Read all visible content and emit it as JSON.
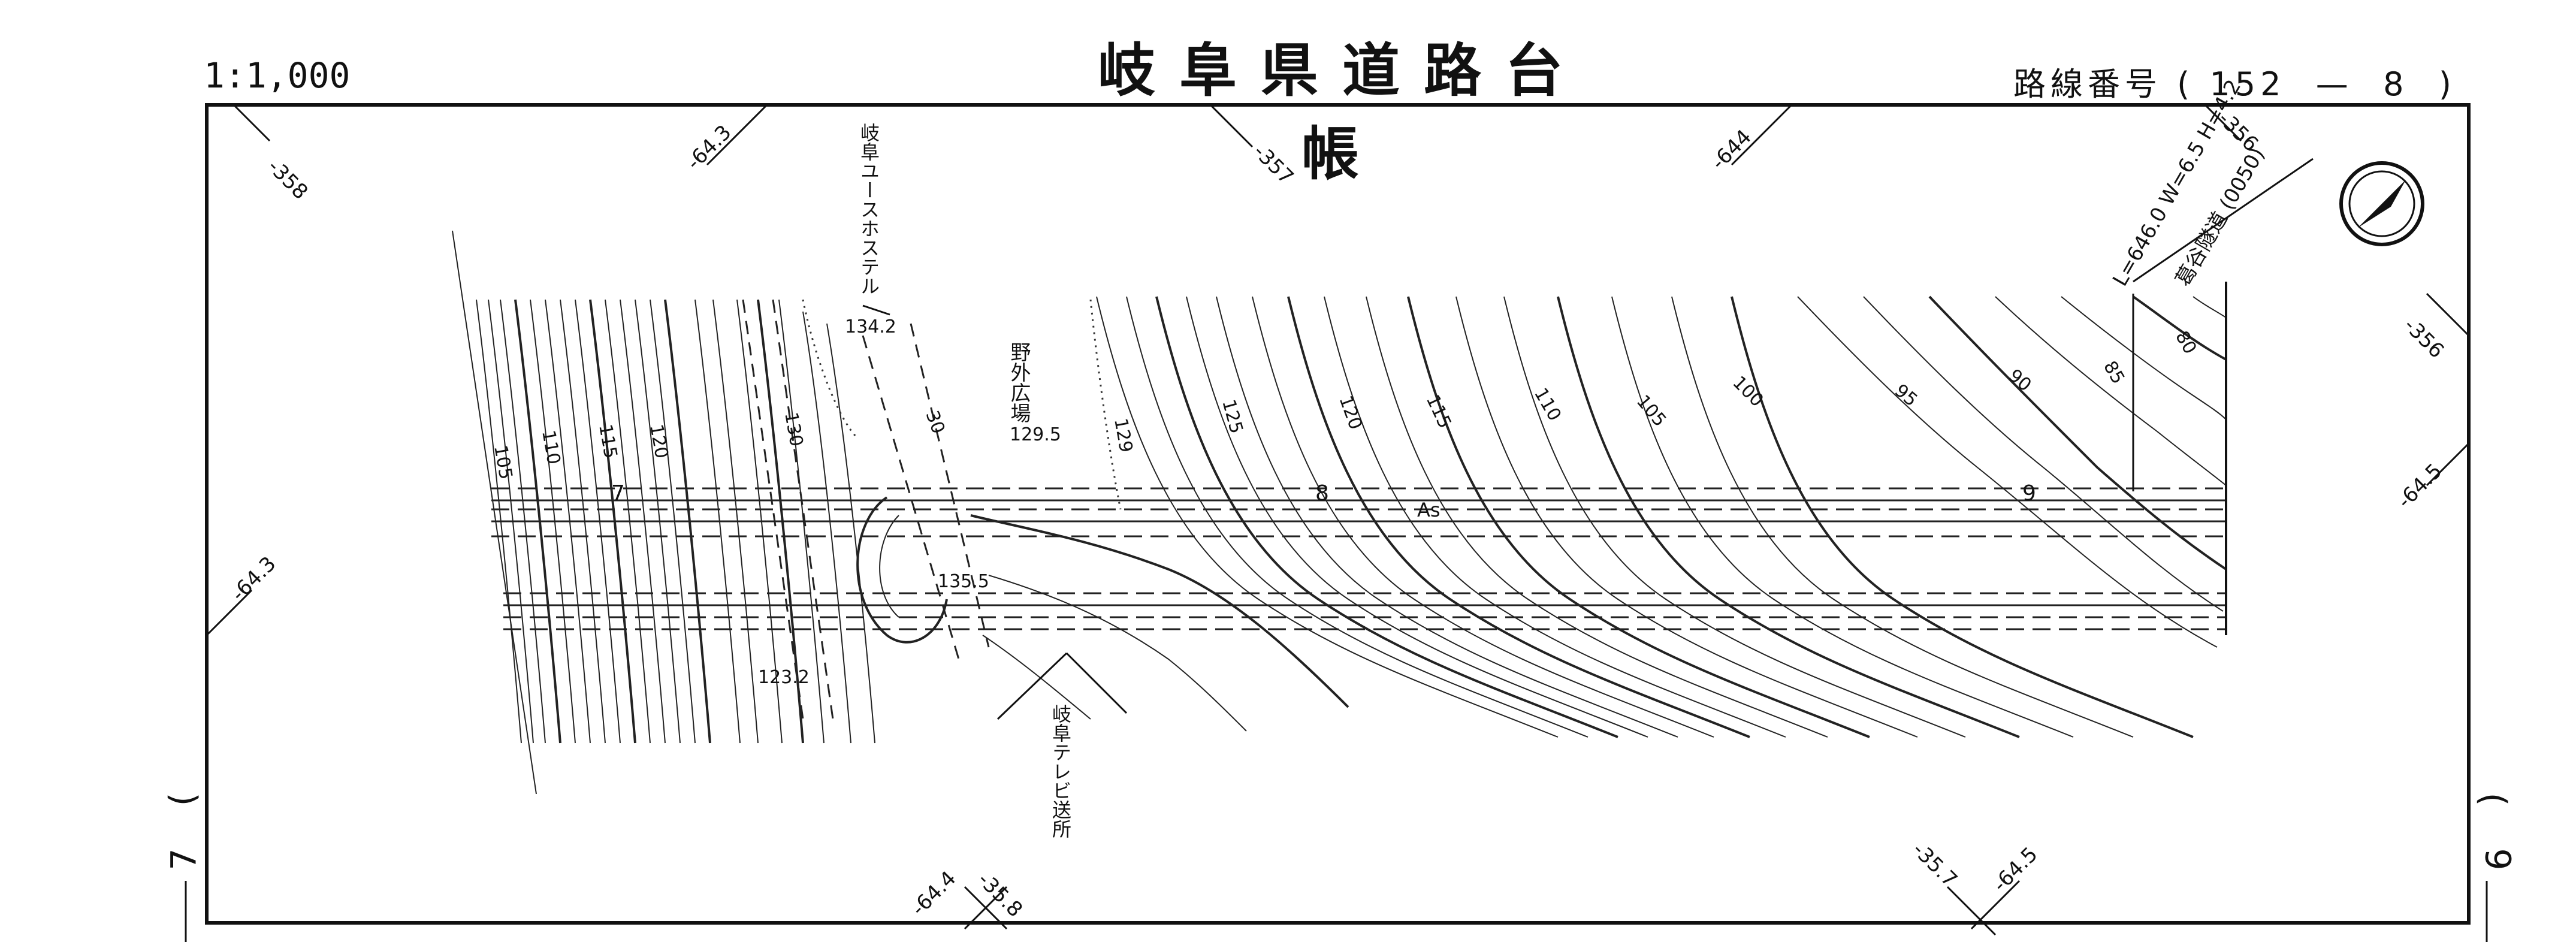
{
  "header": {
    "title": "岐阜県道路台帳",
    "scale": "1:1,000",
    "route_label": "路線番号 ( 152  —  8  )"
  },
  "sheet": {
    "left_side_number": "7",
    "right_side_number": "9"
  },
  "map_labels": {
    "hostel": "岐阜ユースホステル",
    "outdoor_plaza": "野外広場",
    "tv_station": "岐阜テレビ送所",
    "tunnel_spec": "L=646.0 W=6.5 H=4.2",
    "tunnel_name": "葛谷隧道 (0050)",
    "pavement": "As",
    "station_7": "7",
    "station_8": "8",
    "station_9": "9"
  },
  "spot_heights": [
    "134.2",
    "129.5",
    "135.5",
    "123.2"
  ],
  "coordinate_ticks": [
    "-358",
    "-64.3",
    "-357",
    "-644",
    "-356",
    "-356",
    "-64.5",
    "-64.3",
    "-64.4",
    "-35.8",
    "-35.7",
    "-64.5"
  ],
  "contour_labels_left": [
    "105",
    "110",
    "115",
    "120",
    "130",
    "30",
    "129"
  ],
  "contour_labels_right": [
    "125",
    "120",
    "115",
    "110",
    "105",
    "100",
    "95",
    "90",
    "85",
    "80"
  ],
  "north_arrow": "north-arrow-icon"
}
